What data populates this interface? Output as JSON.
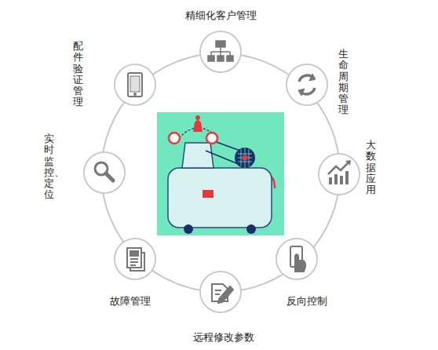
{
  "diagram": {
    "nodes": [
      {
        "text": [
          "精细化客户管理"
        ]
      },
      {
        "text": [
          "生命周期管理"
        ]
      },
      {
        "text": [
          "大数据应用"
        ]
      },
      {
        "text": [
          "反向控制"
        ]
      },
      {
        "text": [
          "远程修改参数"
        ]
      },
      {
        "text": [
          "故障管理"
        ]
      },
      {
        "text": [
          "实时监控、定位"
        ]
      },
      {
        "text": [
          "配件验证管理"
        ]
      }
    ]
  }
}
